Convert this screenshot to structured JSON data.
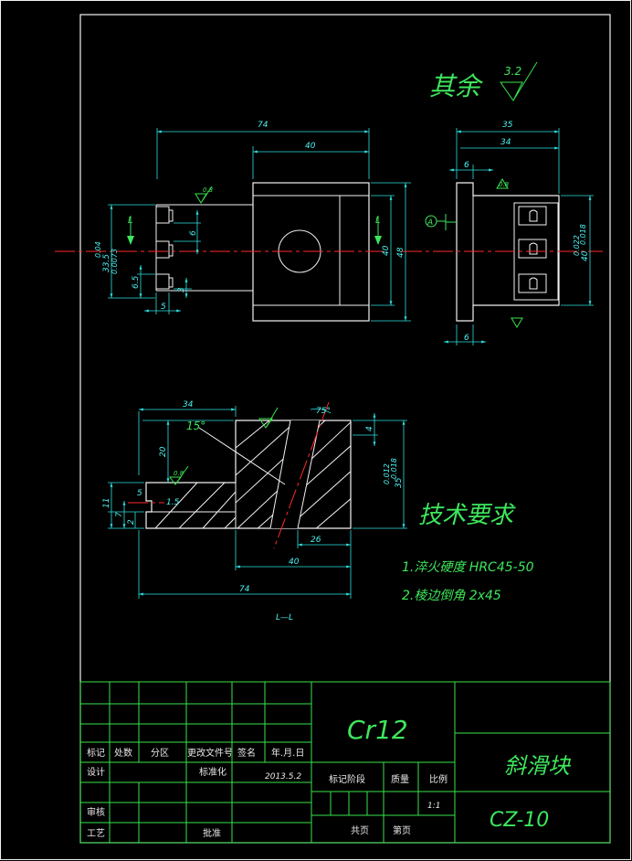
{
  "roughness_note": {
    "prefix": "其余",
    "value": "3.2"
  },
  "top_view": {
    "dims": {
      "overall_width": "74",
      "body_width": "40",
      "height": "48",
      "height_inner": "40",
      "lower_step": "33.5",
      "lower_tol_upper": "0.04",
      "lower_tol_lower": "0.0073",
      "slot_pitch": "6",
      "slot_a": "6.5",
      "slot_b": "3",
      "slot_depth": "5"
    },
    "section_marks": [
      "L",
      "L"
    ],
    "roughness_mark": "0.8"
  },
  "side_view": {
    "dims": {
      "depth_total": "35",
      "depth_body": "34",
      "flange_top": "6",
      "flange_bottom": "6",
      "height": "40",
      "tol_upper": "0.022",
      "tol_lower": "0.018"
    },
    "datum": "A",
    "roughness_mark": "0.8"
  },
  "section_view": {
    "label": "L—L",
    "angle_label": "15°",
    "angle_small": "75°",
    "dims": {
      "top_width": "34",
      "step_height": "20",
      "right_step": "4",
      "height_tol": "35",
      "tol_upper": "0.012",
      "tol_lower": "0.018",
      "left_h1": "11",
      "left_h2": "7",
      "left_h3": "2",
      "left_small": "5",
      "left_chamfer": "1.5",
      "bottom_26": "26",
      "bottom_40": "40",
      "bottom_74": "74"
    },
    "roughness_mark": "0.8"
  },
  "tech_requirements": {
    "title": "技术要求",
    "items": [
      "1.淬火硬度 HRC45-50",
      "2.棱边倒角 2x45"
    ]
  },
  "title_block": {
    "material": "Cr12",
    "part_name": "斜滑块",
    "drawing_no": "CZ-10",
    "row_headers": [
      "标记",
      "处数",
      "分区",
      "更改文件号",
      "签名",
      "年.月.日"
    ],
    "design": "设计",
    "standardize": "标准化",
    "date": "2013.5.2",
    "stage_mark": "标记阶段",
    "weight": "质量",
    "scale": "比例",
    "scale_value": "1:1",
    "review": "审核",
    "process": "工艺",
    "approve": "批准",
    "total_sheets": "共页",
    "sheet_no": "第页"
  }
}
